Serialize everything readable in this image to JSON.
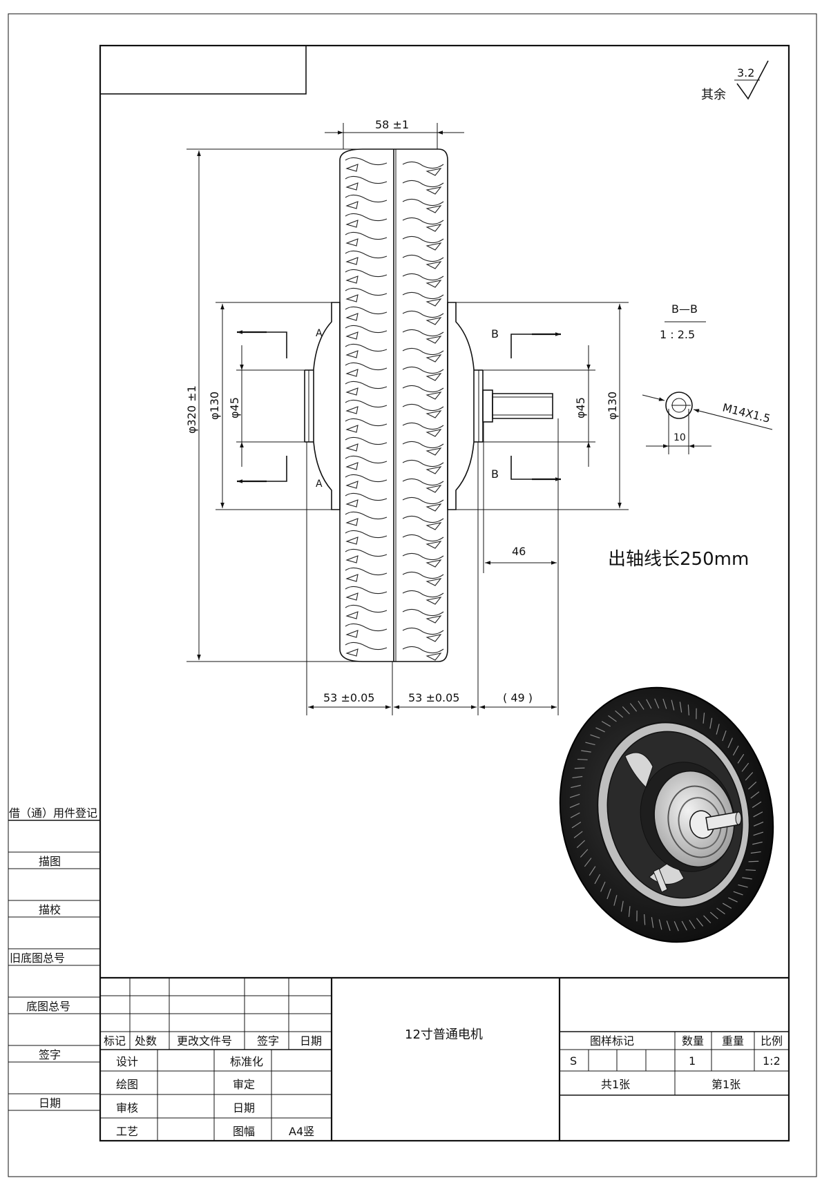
{
  "roughness": {
    "label": "其余",
    "value": "3.2"
  },
  "dimensions": {
    "width_top": "58 ±1",
    "overall_diameter": "φ320 ±1",
    "hub_diameter_left": "φ130",
    "bore_left": "φ45",
    "bore_right": "φ45",
    "hub_diameter_right": "φ130",
    "half_width_left": "53 ±0.05",
    "half_width_right": "53 ±0.05",
    "shaft_ref": "( 49 )",
    "shaft_flat": "46"
  },
  "section_labels": {
    "a_top": "A",
    "a_bottom": "A",
    "b_top": "B",
    "b_bottom": "B"
  },
  "detail": {
    "title": "B—B",
    "scale": "1 : 2.5",
    "thread": "M14X1.5",
    "width": "10"
  },
  "note": "出轴线长250mm",
  "side_table": {
    "r1": "借（通）用件登记",
    "r2": "描图",
    "r3": "描校",
    "r4": "旧底图总号",
    "r5": "底图总号",
    "r6": "签字",
    "r7": "日期"
  },
  "revision": {
    "headers": [
      "标记",
      "处数",
      "更改文件号",
      "签字",
      "日期"
    ]
  },
  "signoff": {
    "design": "设计",
    "standard": "标准化",
    "drawing": "绘图",
    "review": "审定",
    "check": "审核",
    "date": "日期",
    "process": "工艺",
    "format": "图幅",
    "format_value": "A4竖"
  },
  "title": "12寸普通电机",
  "info": {
    "mark_header": "图样标记",
    "qty_header": "数量",
    "weight_header": "重量",
    "scale_header": "比例",
    "stage": "S",
    "qty": "1",
    "scale": "1:2",
    "total_sheets": "共1张",
    "sheet_no": "第1张"
  }
}
